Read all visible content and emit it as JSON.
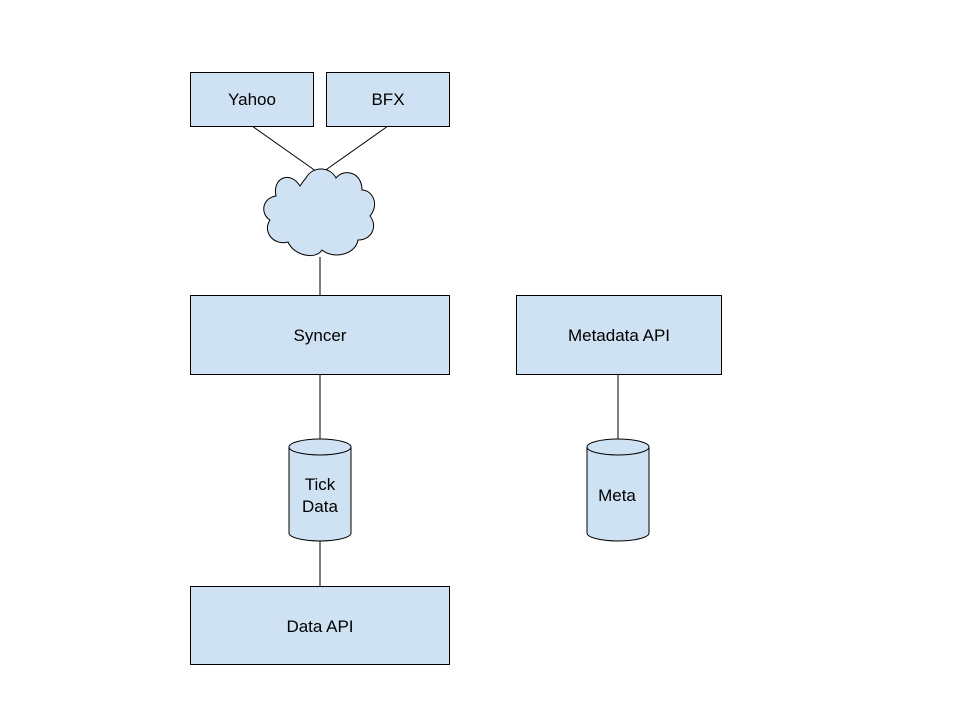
{
  "colors": {
    "node_fill": "#cfe2f3",
    "stroke": "#000000",
    "background": "#ffffff"
  },
  "nodes": {
    "yahoo": {
      "label": "Yahoo",
      "shape": "rectangle"
    },
    "bfx": {
      "label": "BFX",
      "shape": "rectangle"
    },
    "cloud": {
      "label": "",
      "shape": "cloud"
    },
    "syncer": {
      "label": "Syncer",
      "shape": "rectangle"
    },
    "metadata_api": {
      "label": "Metadata API",
      "shape": "rectangle"
    },
    "tick_data": {
      "label_line1": "Tick",
      "label_line2": "Data",
      "shape": "cylinder"
    },
    "meta": {
      "label": "Meta",
      "shape": "cylinder"
    },
    "data_api": {
      "label": "Data API",
      "shape": "rectangle"
    }
  },
  "edges": [
    {
      "from": "yahoo",
      "to": "cloud"
    },
    {
      "from": "bfx",
      "to": "cloud"
    },
    {
      "from": "cloud",
      "to": "syncer"
    },
    {
      "from": "syncer",
      "to": "tick_data"
    },
    {
      "from": "tick_data",
      "to": "data_api"
    },
    {
      "from": "metadata_api",
      "to": "meta"
    }
  ]
}
